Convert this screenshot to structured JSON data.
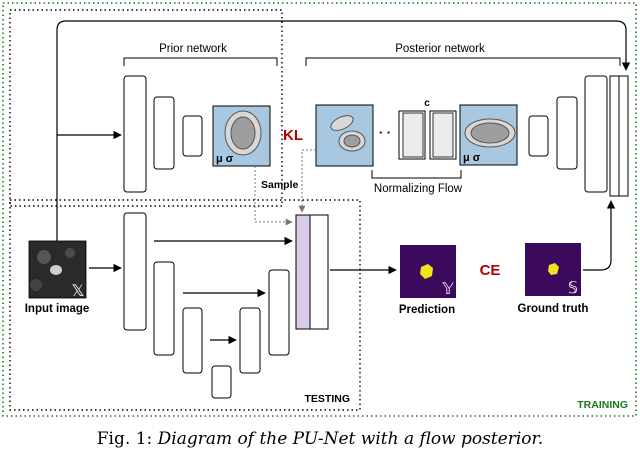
{
  "diagram": {
    "prior_network_label": "Prior network",
    "posterior_network_label": "Posterior network",
    "normalizing_flow_label": "Normalizing Flow",
    "sample_label": "Sample",
    "kl_label": "KL",
    "ce_label": "CE",
    "mu_sigma_label": "μ σ",
    "c_label": "c",
    "ellipsis": "· ·",
    "input_image_label": "Input image",
    "input_symbol": "𝕏",
    "prediction_label": "Prediction",
    "prediction_symbol": "𝕐",
    "ground_truth_label": "Ground truth",
    "ground_truth_symbol": "𝕊",
    "testing_label": "TESTING",
    "training_label": "TRAINING"
  },
  "caption": {
    "fig_label": "Fig. 1:",
    "text": "Diagram of the PU-Net with a flow posterior."
  },
  "colors": {
    "kl_ce": "#b00000",
    "training": "#1a7a1a",
    "latent_fill": "#a7c8e0",
    "output_head": "#dccbe6",
    "segmentation_bg": "#3c0a5c",
    "segmentation_blob": "#f2e21a"
  }
}
